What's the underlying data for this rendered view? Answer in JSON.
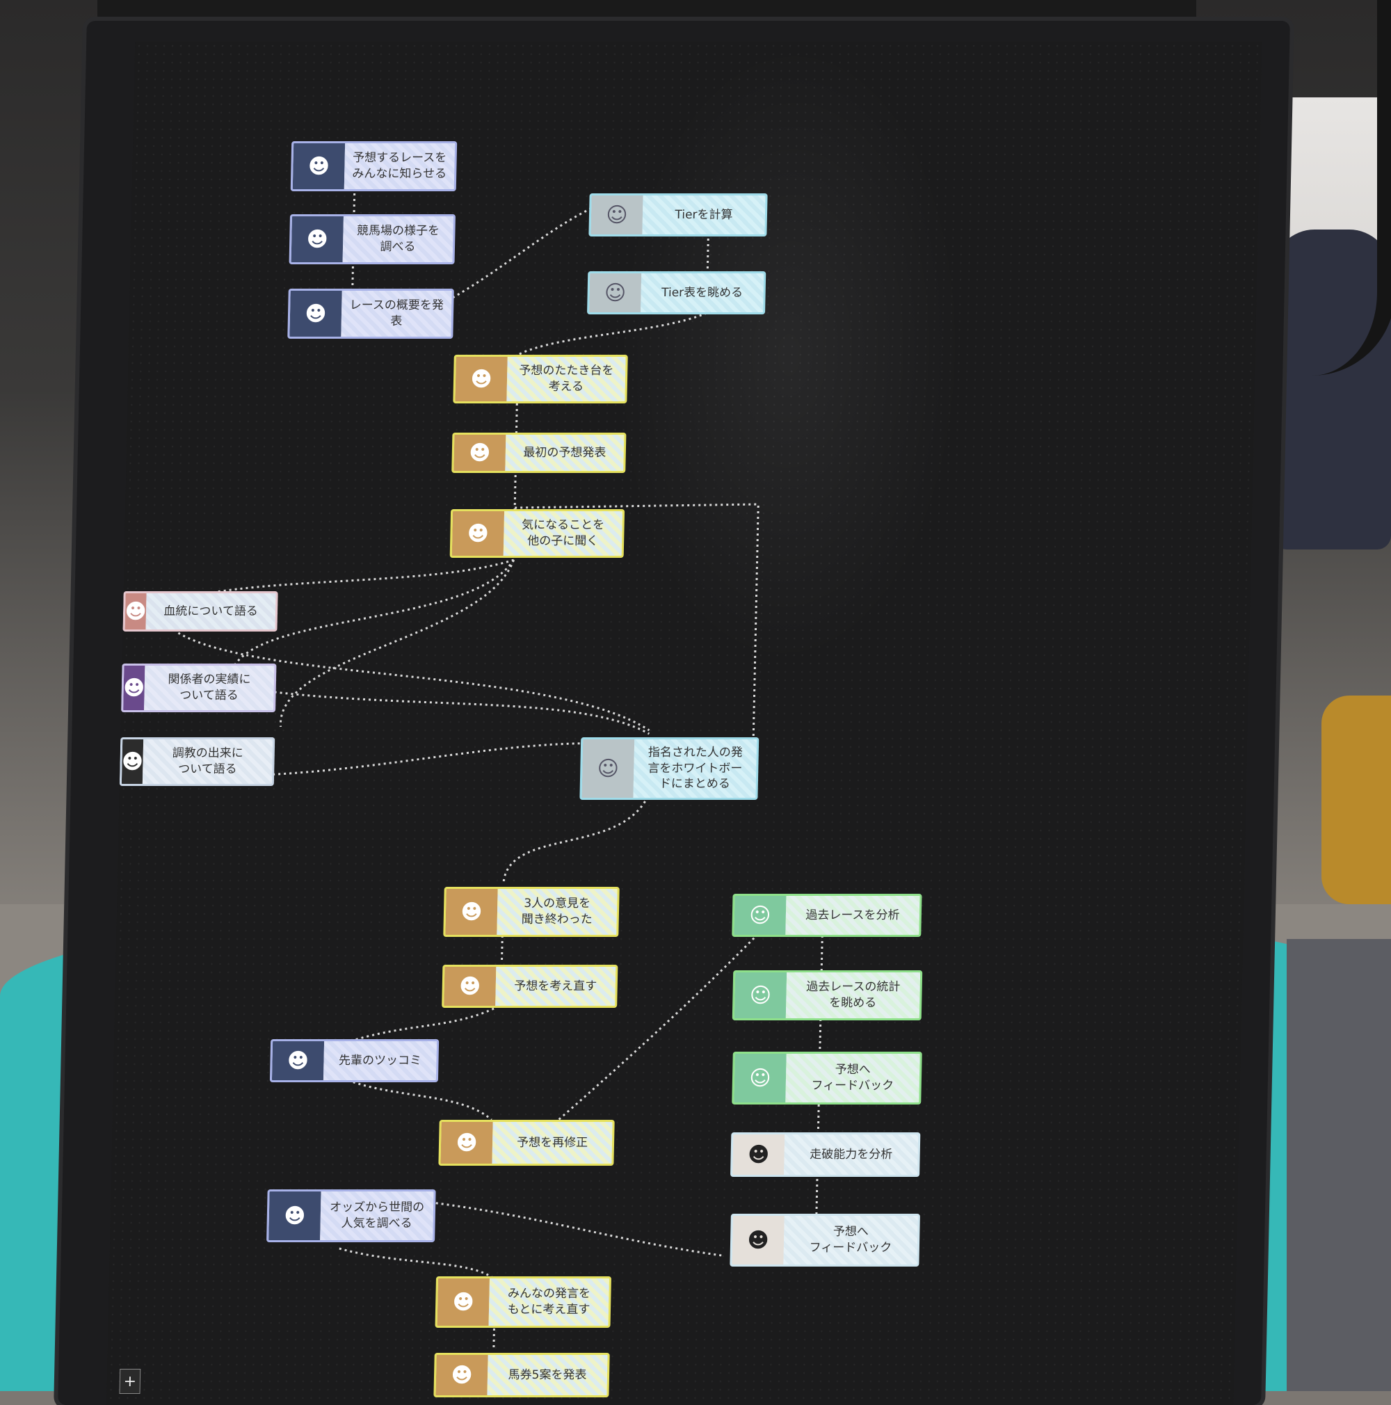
{
  "colors": {
    "screen_bg": "#1b1b1c",
    "edge": "#d9d9d9",
    "purple": "#a8b2e8",
    "cyan": "#9fdcea",
    "yellow": "#e5e15e",
    "green": "#8ee08a"
  },
  "nodes": [
    {
      "id": "n1",
      "label": "予想するレースを\nみんなに知らせる",
      "color": "purple",
      "avatar": "character-avatar"
    },
    {
      "id": "n2",
      "label": "競馬場の様子を\n調べる",
      "color": "purple",
      "avatar": "character-avatar"
    },
    {
      "id": "n3",
      "label": "レースの概要を発\n表",
      "color": "purple",
      "avatar": "character-avatar"
    },
    {
      "id": "n4",
      "label": "Tierを計算",
      "color": "cyan",
      "avatar": "character-avatar"
    },
    {
      "id": "n5",
      "label": "Tier表を眺める",
      "color": "cyan",
      "avatar": "character-avatar"
    },
    {
      "id": "n6",
      "label": "予想のたたき台を\n考える",
      "color": "yellow",
      "avatar": "character-avatar"
    },
    {
      "id": "n7",
      "label": "最初の予想発表",
      "color": "yellow",
      "avatar": "character-avatar"
    },
    {
      "id": "n8",
      "label": "気になることを\n他の子に聞く",
      "color": "yellow",
      "avatar": "character-avatar"
    },
    {
      "id": "n9",
      "label": "血統について語る",
      "color": "pink",
      "avatar": "character-avatar"
    },
    {
      "id": "n10",
      "label": "関係者の実績に\nついて語る",
      "color": "lav",
      "avatar": "character-avatar"
    },
    {
      "id": "n11",
      "label": "調教の出来に\nついて語る",
      "color": "gray",
      "avatar": "character-avatar"
    },
    {
      "id": "n12",
      "label": "指名された人の発\n言をホワイトボー\nドにまとめる",
      "color": "cyan",
      "avatar": "character-avatar"
    },
    {
      "id": "n13",
      "label": "3人の意見を\n聞き終わった",
      "color": "yellow",
      "avatar": "character-avatar"
    },
    {
      "id": "n14",
      "label": "予想を考え直す",
      "color": "yellow",
      "avatar": "character-avatar"
    },
    {
      "id": "n15",
      "label": "先輩のツッコミ",
      "color": "purple",
      "avatar": "character-avatar"
    },
    {
      "id": "n16",
      "label": "予想を再修正",
      "color": "yellow",
      "avatar": "character-avatar"
    },
    {
      "id": "n17",
      "label": "オッズから世間の\n人気を調べる",
      "color": "purple",
      "avatar": "character-avatar"
    },
    {
      "id": "n18",
      "label": "みんなの発言を\nもとに考え直す",
      "color": "yellow",
      "avatar": "character-avatar"
    },
    {
      "id": "n19",
      "label": "馬券5案を発表",
      "color": "yellow",
      "avatar": "character-avatar"
    },
    {
      "id": "n20",
      "label": "過去レースを分析",
      "color": "green",
      "avatar": "character-avatar"
    },
    {
      "id": "n21",
      "label": "過去レースの統計\nを眺める",
      "color": "green",
      "avatar": "character-avatar"
    },
    {
      "id": "n22",
      "label": "予想へ\nフィードバック",
      "color": "green",
      "avatar": "character-avatar"
    },
    {
      "id": "n23",
      "label": "走破能力を分析",
      "color": "dark",
      "avatar": "character-avatar"
    },
    {
      "id": "n24",
      "label": "予想へ\nフィードバック",
      "color": "dark",
      "avatar": "character-avatar"
    }
  ],
  "toolbar": {
    "zoom_in_label": "+"
  }
}
